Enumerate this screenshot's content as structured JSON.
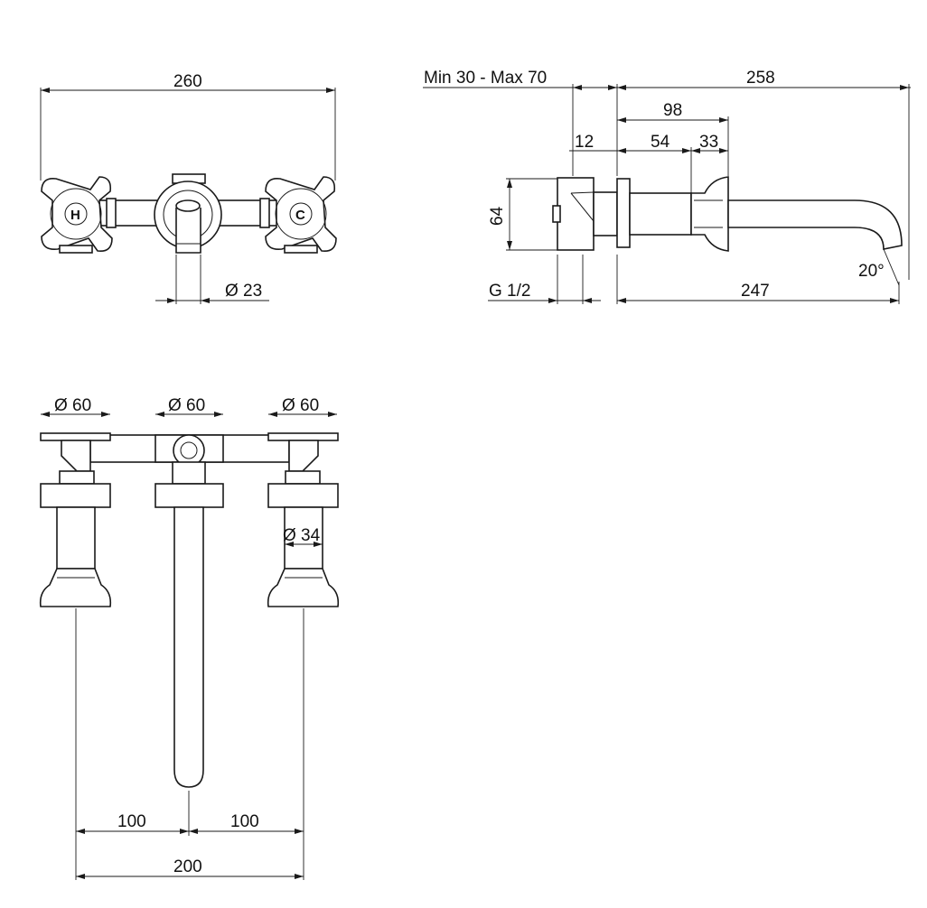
{
  "front_view": {
    "dim_overall_width": "260",
    "dim_spout_diameter": "Ø 23",
    "hot_label": "H",
    "cold_label": "C"
  },
  "side_view": {
    "dim_wall_range": "Min 30 - Max 70",
    "dim_total_length": "258",
    "dim_98": "98",
    "dim_12": "12",
    "dim_54": "54",
    "dim_33": "33",
    "dim_height": "64",
    "dim_thread": "G 1/2",
    "dim_247": "247",
    "dim_angle": "20°"
  },
  "plan_view": {
    "dim_left_diameter": "Ø 60",
    "dim_center_diameter": "Ø 60",
    "dim_right_diameter": "Ø 60",
    "dim_stem_diameter": "Ø 34",
    "dim_left_spacing": "100",
    "dim_right_spacing": "100",
    "dim_total_spacing": "200"
  }
}
